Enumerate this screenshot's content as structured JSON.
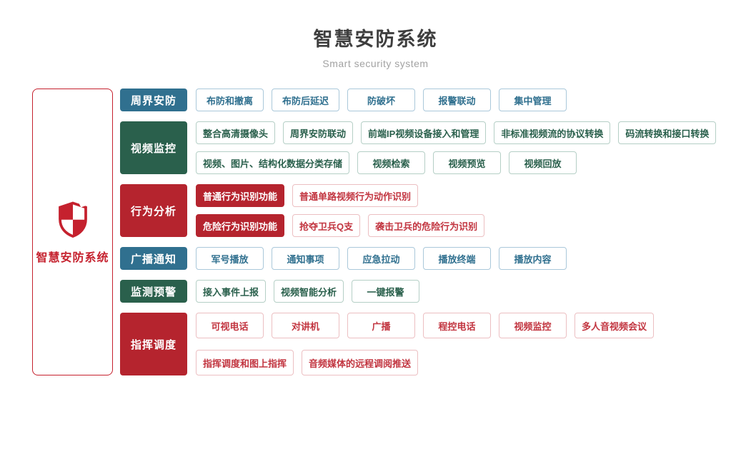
{
  "header": {
    "title": "智慧安防系统",
    "subtitle": "Smart security system"
  },
  "root": {
    "label": "智慧安防系统",
    "icon": "shield-icon"
  },
  "colors": {
    "blue": "#30708f",
    "green": "#2a604c",
    "category_red": "#b5242e",
    "item_red_text": "#c23540",
    "brand_red": "#c5212e",
    "blue_border": "#aac8da",
    "green_border": "#b5cfc6",
    "red_border": "#ecbfc2"
  },
  "groups": [
    {
      "label": "周界安防",
      "color": "blue",
      "rows": [
        [
          {
            "label": "布防和撤离"
          },
          {
            "label": "布防后延迟"
          },
          {
            "label": "防破坏"
          },
          {
            "label": "报警联动"
          },
          {
            "label": "集中管理"
          }
        ]
      ]
    },
    {
      "label": "视频监控",
      "color": "green",
      "rows": [
        [
          {
            "label": "整合高清摄像头"
          },
          {
            "label": "周界安防联动"
          },
          {
            "label": "前端IP视频设备接入和管理"
          },
          {
            "label": "非标准视频流的协议转换"
          },
          {
            "label": "码流转换和接口转换"
          }
        ],
        [
          {
            "label": "视频、图片、结构化数据分类存储"
          },
          {
            "label": "视频检索"
          },
          {
            "label": "视频预览"
          },
          {
            "label": "视频回放"
          }
        ]
      ]
    },
    {
      "label": "行为分析",
      "color": "red",
      "rows": [
        [
          {
            "label": "普通行为识别功能",
            "solid": true
          },
          {
            "label": "普通单路视频行为动作识别"
          }
        ],
        [
          {
            "label": "危险行为识别功能",
            "solid": true
          },
          {
            "label": "抢夺卫兵Q支"
          },
          {
            "label": "袭击卫兵的危险行为识别"
          }
        ]
      ]
    },
    {
      "label": "广播通知",
      "color": "blue",
      "rows": [
        [
          {
            "label": "军号播放"
          },
          {
            "label": "通知事项"
          },
          {
            "label": "应急拉动"
          },
          {
            "label": "播放终端"
          },
          {
            "label": "播放内容"
          }
        ]
      ]
    },
    {
      "label": "监测预警",
      "color": "green",
      "rows": [
        [
          {
            "label": "接入事件上报"
          },
          {
            "label": "视频智能分析"
          },
          {
            "label": "一键报警"
          }
        ]
      ]
    },
    {
      "label": "指挥调度",
      "color": "red",
      "rows": [
        [
          {
            "label": "可视电话"
          },
          {
            "label": "对讲机"
          },
          {
            "label": "广播"
          },
          {
            "label": "程控电话"
          },
          {
            "label": "视频监控"
          },
          {
            "label": "多人音视频会议"
          }
        ],
        [
          {
            "label": "指挥调度和图上指挥"
          },
          {
            "label": "音频媒体的远程调阅推送"
          }
        ]
      ]
    }
  ]
}
